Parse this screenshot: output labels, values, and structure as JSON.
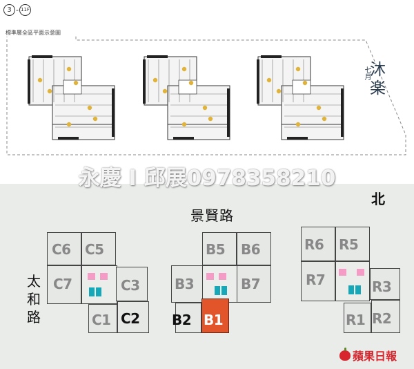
{
  "header": {
    "floor_start": "3",
    "floor_end": "11F",
    "plan_note": "標準層全區平面示意圖"
  },
  "logo": {
    "small": "七月",
    "big_line1": "沐",
    "big_line2": "楽"
  },
  "watermark": "永慶 I 邱展0978358210",
  "keyplan": {
    "north": "北",
    "road_top": "景賢路",
    "road_left": "太和路",
    "building_c": {
      "units": [
        "C6",
        "C5",
        "C7",
        "C3",
        "C1",
        "C2"
      ]
    },
    "building_b": {
      "units": [
        "B5",
        "B6",
        "B3",
        "B7",
        "B2",
        "B1"
      ],
      "selected": "B1"
    },
    "building_r": {
      "units": [
        "R6",
        "R5",
        "R7",
        "R3",
        "R1",
        "R2"
      ]
    }
  },
  "brand": "蘋果日報",
  "colors": {
    "selected_unit": "#e2552b",
    "elevator": "#16a8b8",
    "stair": "#f49bc6",
    "background": "#eaecea"
  }
}
